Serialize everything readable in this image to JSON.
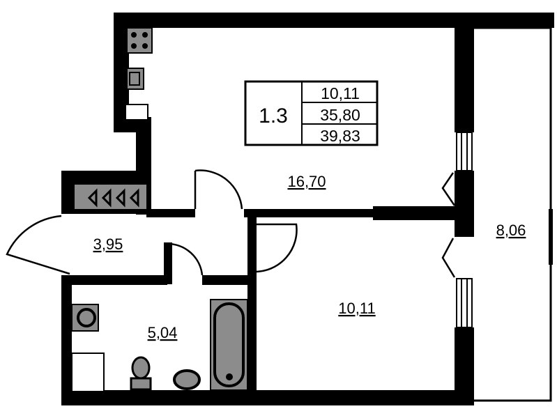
{
  "apartment": {
    "number": "1.3",
    "areas": [
      "10,11",
      "35,80",
      "39,83"
    ]
  },
  "rooms": {
    "living_kitchen": "16,70",
    "hallway": "3,95",
    "bathroom": "5,04",
    "bedroom": "10,11",
    "balcony": "8,06"
  },
  "colors": {
    "wall": "#000000",
    "fixture": "#8c8c8c",
    "background": "#ffffff"
  }
}
